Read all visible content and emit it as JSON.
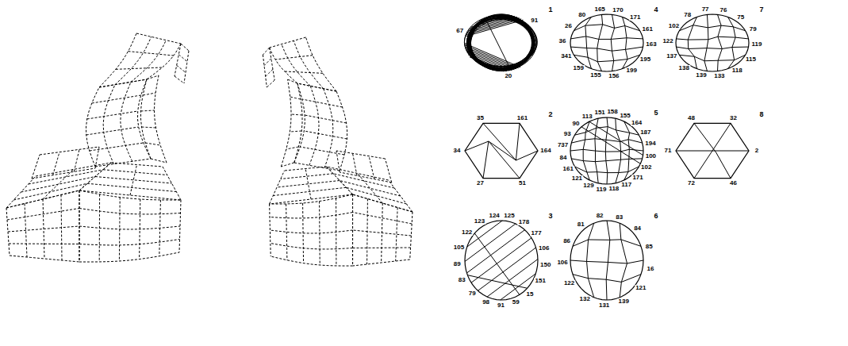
{
  "diagram": {
    "labels": [
      "1",
      "91",
      "20",
      "67",
      "4",
      "165",
      "170",
      "171",
      "161",
      "163",
      "195",
      "199",
      "156",
      "155",
      "159",
      "341",
      "36",
      "26",
      "80",
      "7",
      "77",
      "76",
      "75",
      "79",
      "119",
      "115",
      "118",
      "133",
      "139",
      "138",
      "137",
      "122",
      "102",
      "78",
      "2",
      "161",
      "164",
      "51",
      "27",
      "34",
      "35",
      "5",
      "151",
      "158",
      "155",
      "164",
      "187",
      "194",
      "100",
      "102",
      "171",
      "117",
      "118",
      "119",
      "129",
      "121",
      "161",
      "84",
      "737",
      "93",
      "90",
      "113",
      "8",
      "32",
      "2",
      "46",
      "72",
      "71",
      "48",
      "3",
      "124",
      "125",
      "178",
      "177",
      "106",
      "150",
      "151",
      "15",
      "59",
      "91",
      "98",
      "79",
      "83",
      "89",
      "105",
      "122",
      "123",
      "6",
      "82",
      "83",
      "84",
      "85",
      "16",
      "121",
      "139",
      "131",
      "132",
      "122",
      "106",
      "86",
      "81"
    ]
  }
}
